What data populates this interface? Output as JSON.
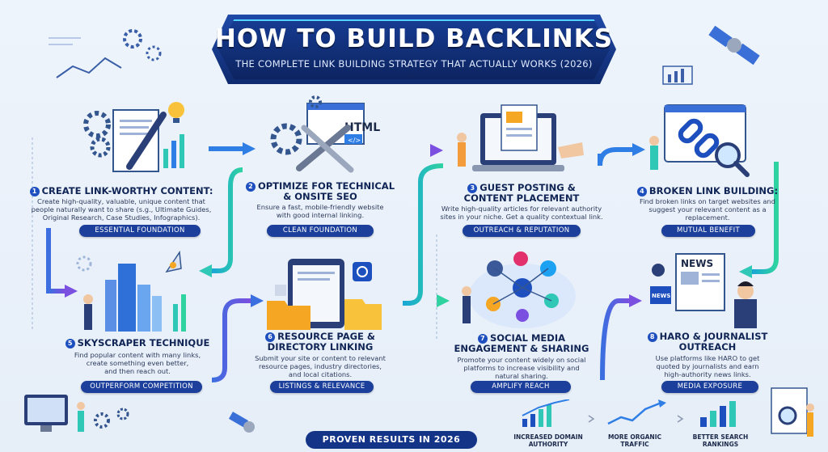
{
  "header": {
    "title": "HOW TO BUILD BACKLINKS",
    "subtitle": "THE COMPLETE LINK BUILDING STRATEGY THAT ACTUALLY WORKS (2026)"
  },
  "steps": [
    {
      "num": "1",
      "title": "CREATE LINK-WORTHY CONTENT:",
      "desc": [
        "Create high-quality, valuable, unique content that",
        "people naturally want to share (s.g., Ultimate Guides,",
        "Original Research, Case Studies, Infographics)."
      ],
      "badge": "ESSENTIAL FOUNDATION"
    },
    {
      "num": "2",
      "title": "OPTIMIZE FOR TECHNICAL",
      "title2": "& ONSITE SEO",
      "desc": [
        "Ensure a fast, mobile-friendly website",
        "with good internal linking."
      ],
      "badge": "CLEAN FOUNDATION"
    },
    {
      "num": "3",
      "title": "GUEST POSTING &",
      "title2": "CONTENT PLACEMENT",
      "desc": [
        "Write high-quality articles for relevant authority",
        "sites in your niche. Get a quality contextual link."
      ],
      "badge": "OUTREACH & REPUTATION"
    },
    {
      "num": "4",
      "title": "BROKEN LINK BUILDING:",
      "desc": [
        "Find broken links on target websites and",
        "suggest your relevant content as a",
        "replacement."
      ],
      "badge": "MUTUAL BENEFIT"
    },
    {
      "num": "5",
      "title": "SKYSCRAPER TECHNIQUE",
      "desc": [
        "Find popular content with many links,",
        "create something even better,",
        "and then reach out."
      ],
      "badge": "OUTPERFORM COMPETITION"
    },
    {
      "num": "6",
      "title": "RESOURCE PAGE &",
      "title2": "DIRECTORY LINKING",
      "desc": [
        "Submit your site or content to relevant",
        "resource pages, industry directories,",
        "and local citations."
      ],
      "badge": "LISTINGS & RELEVANCE"
    },
    {
      "num": "7",
      "title": "SOCIAL MEDIA",
      "title2": "ENGAGEMENT & SHARING",
      "desc": [
        "Promote your content widely on social",
        "platforms to increase visibility and",
        "natural sharing."
      ],
      "badge": "AMPLIFY REACH"
    },
    {
      "num": "8",
      "title": "HARO & JOURNALIST",
      "title2": "OUTREACH",
      "desc": [
        "Use platforms like HARO to get",
        "quoted by journalists and earn",
        "high-authority news links."
      ],
      "badge": "MEDIA EXPOSURE"
    }
  ],
  "illustrations": {
    "html_label": "HTML",
    "html_tag": "</>",
    "news_label": "NEWS",
    "news_small": "NEWS"
  },
  "footer": {
    "label": "PROVEN RESULTS IN 2026",
    "metrics": [
      {
        "line1": "INCREASED DOMAIN",
        "line2": "AUTHORITY"
      },
      {
        "line1": "MORE ORGANIC",
        "line2": "TRAFFIC"
      },
      {
        "line1": "BETTER SEARCH",
        "line2": "RANKINGS"
      }
    ]
  },
  "colors": {
    "navy": "#102555",
    "blue": "#1e4fbf",
    "teal": "#2fc7b5",
    "purple": "#7b4fe0",
    "orange": "#f5a623"
  }
}
